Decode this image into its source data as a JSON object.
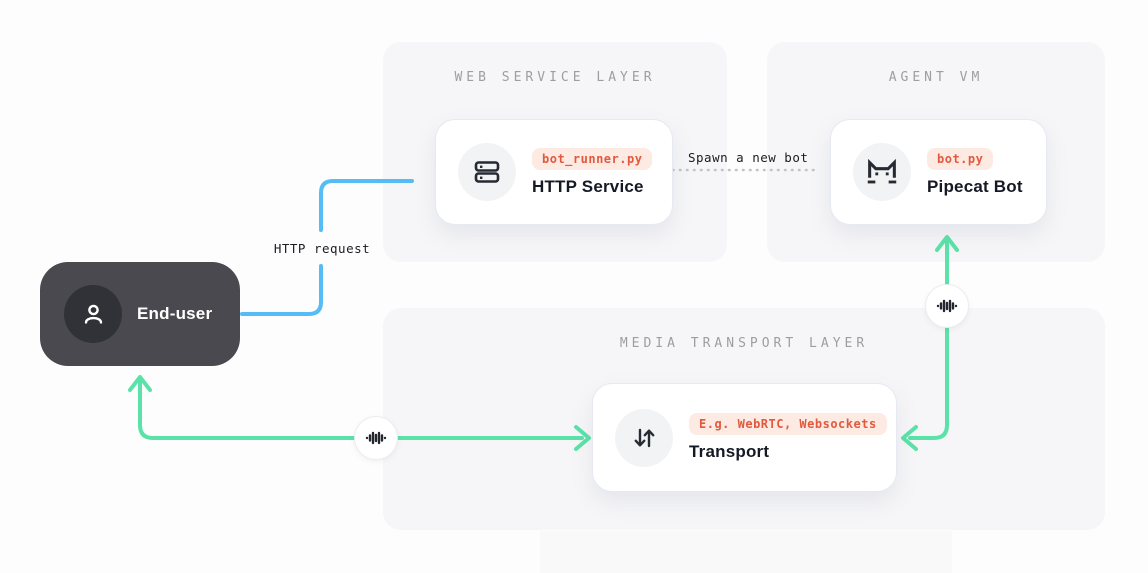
{
  "panels": {
    "web": {
      "title": "WEB SERVICE LAYER"
    },
    "agent": {
      "title": "AGENT VM"
    },
    "media": {
      "title": "MEDIA TRANSPORT LAYER"
    }
  },
  "nodes": {
    "http_service": {
      "tag": "bot_runner.py",
      "title": "HTTP Service",
      "icon": "server-icon"
    },
    "pipecat_bot": {
      "tag": "bot.py",
      "title": "Pipecat Bot",
      "icon": "cat-icon"
    },
    "transport": {
      "tag": "E.g. WebRTC, Websockets",
      "title": "Transport",
      "icon": "arrows-up-down-icon"
    },
    "end_user": {
      "title": "End-user",
      "icon": "person-icon"
    }
  },
  "edges": {
    "http_request": {
      "label": "HTTP request",
      "color": "#54bdf6",
      "style": "solid"
    },
    "spawn_bot": {
      "label": "Spawn a new bot",
      "color": "#c3c3c7",
      "style": "dotted"
    },
    "user_media": {
      "color": "#5ae2a8",
      "icon": "waveform-icon",
      "style": "solid"
    },
    "bot_media": {
      "color": "#5ae2a8",
      "icon": "waveform-icon",
      "style": "solid"
    }
  },
  "colors": {
    "tag_bg": "#fceae3",
    "tag_text": "#e2593d",
    "panel_bg": "#f6f6f8",
    "panel_title": "#9d9da3",
    "end_user_bg": "#49494f",
    "icon_dark": "#262a33"
  }
}
